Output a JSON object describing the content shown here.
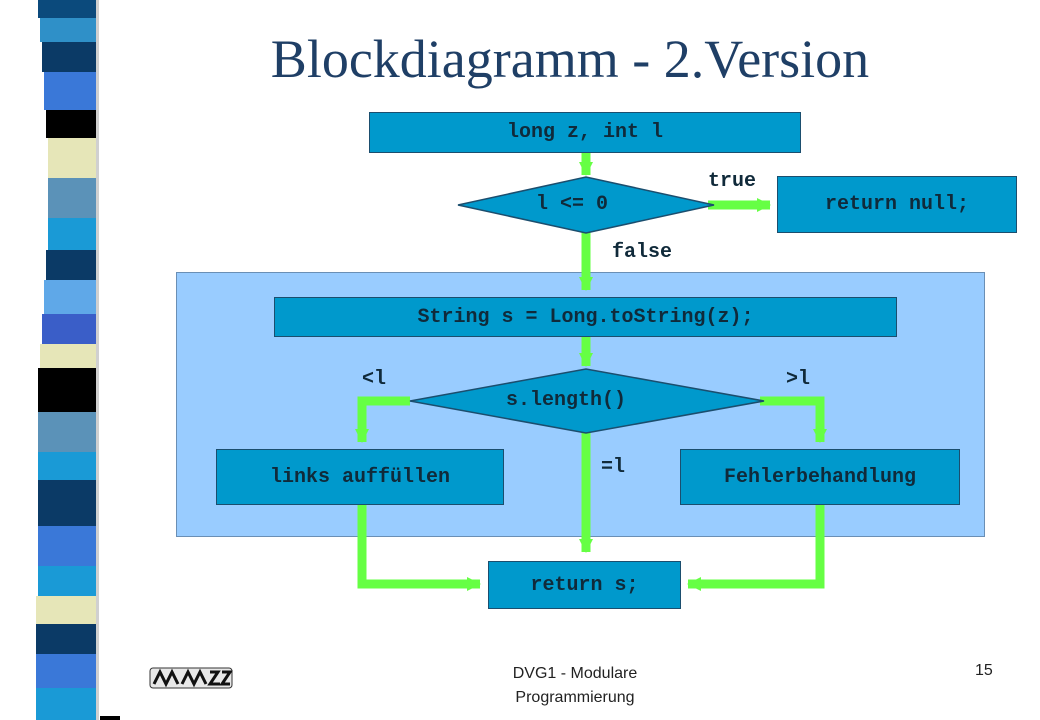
{
  "slide": {
    "title": "Blockdiagramm - 2.Version",
    "footer": "DVG1 - Modulare Programmierung",
    "page_number": "15"
  },
  "diagram": {
    "nodes": {
      "declare": "long z, int l",
      "check_l": "l <= 0",
      "return_null": "return null;",
      "to_string": "String s = Long.toString(z);",
      "check_length": "s.length()",
      "pad_left": "links auffüllen",
      "error_handling": "Fehlerbehandlung",
      "return_s": "return s;"
    },
    "edge_labels": {
      "true": "true",
      "false": "false",
      "less": "<l",
      "greater": ">l",
      "equal": "=l"
    }
  },
  "colors": {
    "title": "#1f3f66",
    "box_fill": "#0099cc",
    "panel_fill": "#99ccff",
    "arrow": "#66ff44"
  }
}
